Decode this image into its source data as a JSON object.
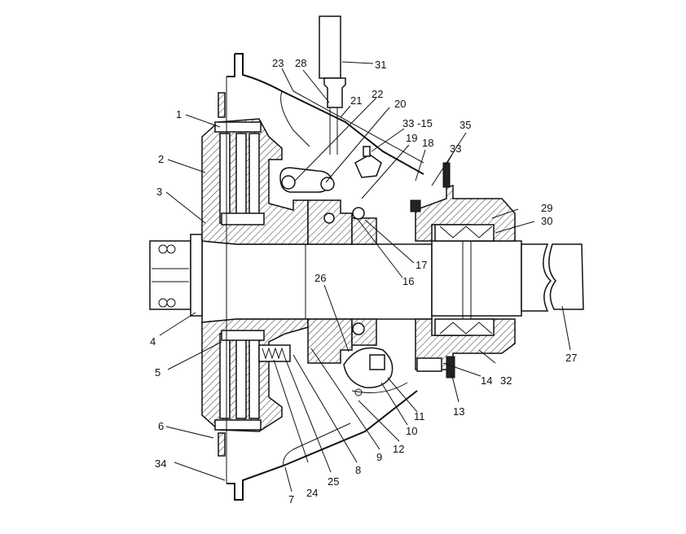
{
  "callouts": {
    "c1": "1",
    "c2": "2",
    "c3": "3",
    "c4": "4",
    "c5": "5",
    "c6": "6",
    "c7": "7",
    "c8": "8",
    "c9": "9",
    "c10": "10",
    "c11": "11",
    "c12": "12",
    "c13": "13",
    "c14": "14",
    "c15": "33 -15",
    "c16": "16",
    "c17": "17",
    "c18": "18",
    "c19": "19",
    "c20": "20",
    "c21": "21",
    "c22": "22",
    "c23": "23",
    "c24": "24",
    "c25": "25",
    "c26": "26",
    "c27": "27",
    "c28": "28",
    "c29": "29",
    "c30": "30",
    "c31": "31",
    "c32": "32",
    "c33": "33",
    "c34": "34",
    "c35": "35"
  }
}
